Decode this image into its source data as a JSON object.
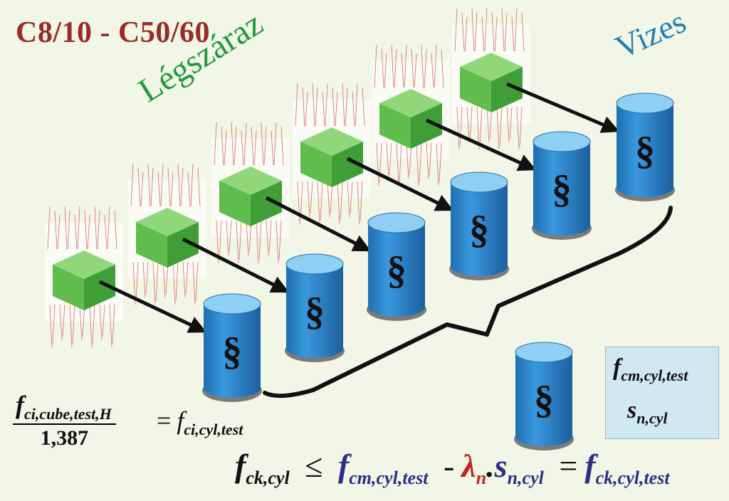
{
  "title": "C8/10 - C50/60",
  "label_dry": "Légszáraz",
  "label_wet": "Vizes",
  "cylinder_symbol": "§",
  "formula_fraction": {
    "numerator_main": "f",
    "numerator_sub": "ci,cube,test,H",
    "denominator": "1,387",
    "equals": "=",
    "result_main": "f",
    "result_sub": "ci,cyl,test"
  },
  "result_box": {
    "line1_main": "f",
    "line1_sub": "cm,cyl,test",
    "line2_main": "s",
    "line2_sub": "n,cyl",
    "bg": "#cfe8f2"
  },
  "main_equation": {
    "lhs_main": "f",
    "lhs_sub": "ck,cyl",
    "leq": "≤",
    "t1_main": "f",
    "t1_sub": "cm,cyl,test",
    "minus": "-",
    "lambda": "λ",
    "lambda_sub": "n",
    "dot": ".",
    "s_main": "s",
    "s_sub": "n,cyl",
    "eq": "=",
    "rhs_main": "f",
    "rhs_sub": "ck,cyl,test"
  },
  "colors": {
    "title": "#9b2b26",
    "dry": "#1f9a3f",
    "wet": "#1f7fb6",
    "cube_top": "#8fd77a",
    "cube_left": "#5fbc4d",
    "cube_right": "#3f9f36",
    "cyl_body": "#2a86cc",
    "cyl_top": "#8fcff3",
    "arrow": "#111111",
    "lambda": "#c22524",
    "equation_blue": "#2b2f8c"
  }
}
